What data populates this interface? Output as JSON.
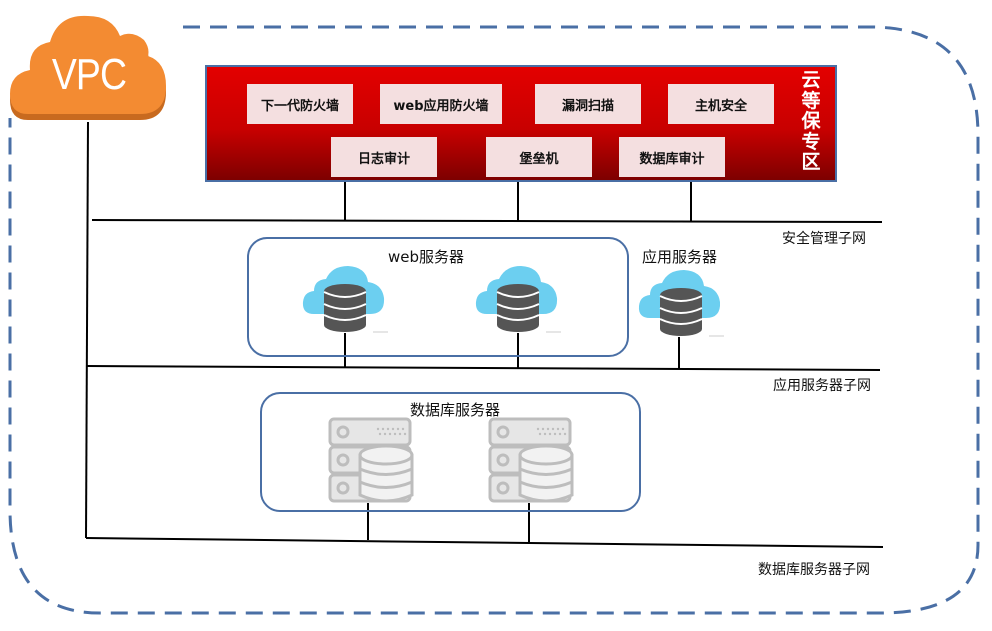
{
  "vpc": {
    "label": "VPC",
    "color": "#f38b32"
  },
  "security_zone": {
    "title": "云等保专区",
    "bg_color": "#d40000",
    "tools_row1": [
      "下一代防火墙",
      "web应用防火墙",
      "漏洞扫描",
      "主机安全"
    ],
    "tools_row2": [
      "日志审计",
      "堡垒机",
      "数据库审计"
    ]
  },
  "subnets": {
    "security_management": "安全管理子网",
    "app_server": "应用服务器子网",
    "db_server": "数据库服务器子网"
  },
  "groups": {
    "web_servers": {
      "title": "web服务器",
      "count": 2
    },
    "app_server": {
      "title": "应用服务器",
      "count": 1
    },
    "db_servers": {
      "title": "数据库服务器",
      "count": 2
    }
  },
  "colors": {
    "boundary": "#4a6fa5",
    "cloud_icon": "#6ccff0",
    "db_icon": "#555555",
    "rack_icon": "#bdbdbd",
    "line": "#000000"
  }
}
